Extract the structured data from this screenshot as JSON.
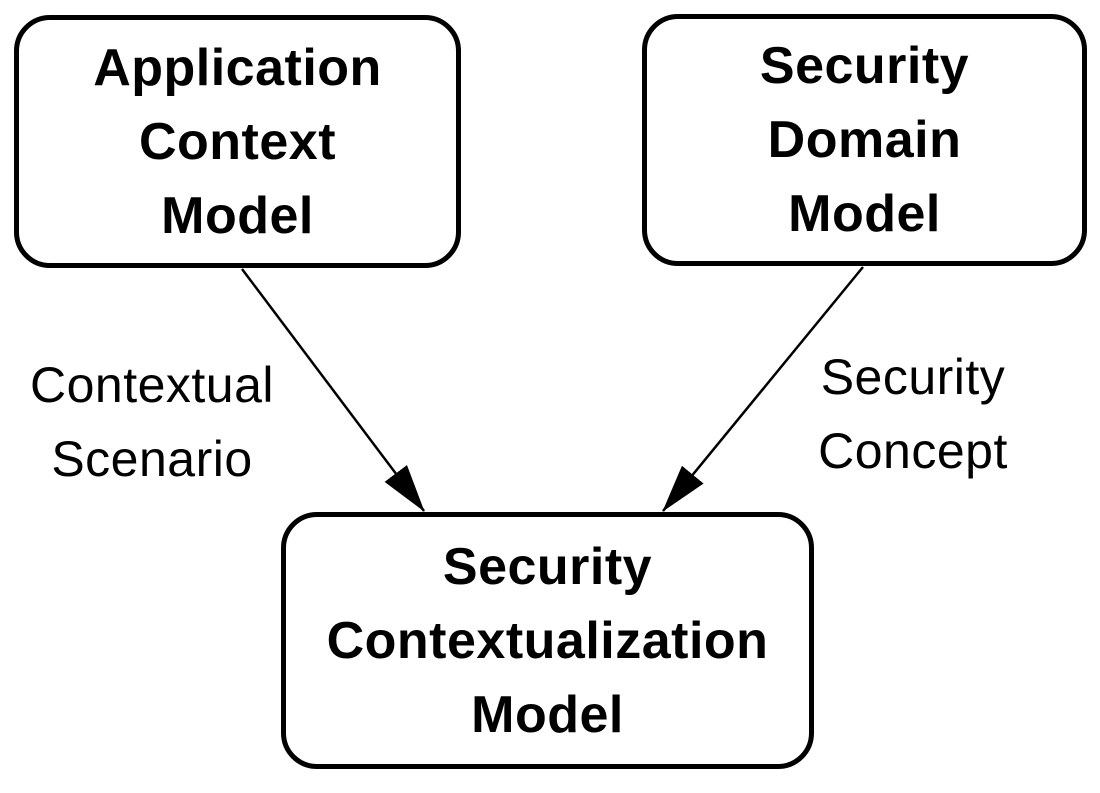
{
  "canvas": {
    "background_color": "#ffffff",
    "ink_color": "#000000"
  },
  "diagram": {
    "nodes": [
      {
        "id": "application-context-model",
        "lines": [
          "Application",
          "Context",
          "Model"
        ]
      },
      {
        "id": "security-domain-model",
        "lines": [
          "Security",
          "Domain",
          "Model"
        ]
      },
      {
        "id": "security-contextualization-model",
        "lines": [
          "Security",
          "Contextualization",
          "Model"
        ]
      }
    ],
    "edges": [
      {
        "from": "application-context-model",
        "to": "security-contextualization-model",
        "label_lines": [
          "Contextual",
          "Scenario"
        ]
      },
      {
        "from": "security-domain-model",
        "to": "security-contextualization-model",
        "label_lines": [
          "Security",
          "Concept"
        ]
      }
    ]
  }
}
